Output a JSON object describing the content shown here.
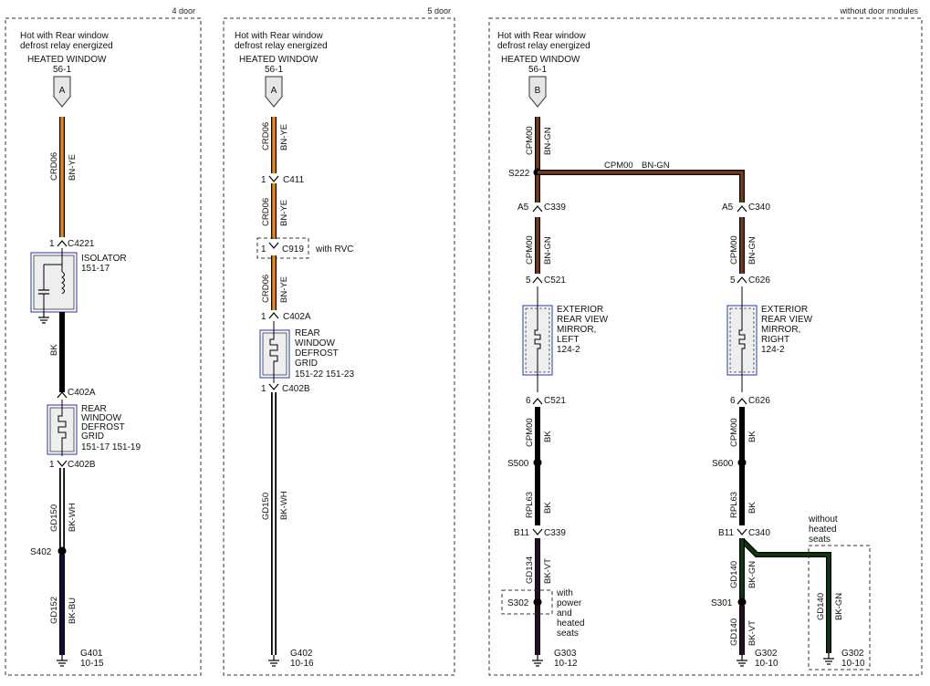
{
  "panels": [
    {
      "title": "4 door",
      "supply": {
        "line1": "Hot with Rear window",
        "line2": "defrost relay energized",
        "name": "HEATED WINDOW",
        "ref": "56-1",
        "pin": "A"
      },
      "wires": [
        {
          "circuit": "CRD06",
          "color": "BN-YE"
        },
        {
          "circuit": "BK",
          "color": ""
        },
        {
          "circuit": "GD150",
          "color": "BK-WH"
        },
        {
          "circuit": "GD152",
          "color": "BK-BU"
        }
      ],
      "connectors": [
        {
          "pin": "1",
          "name": "C4221"
        },
        {
          "pin": "",
          "name": "C402A"
        },
        {
          "pin": "1",
          "name": "C402B"
        }
      ],
      "components": [
        {
          "name1": "ISOLATOR",
          "name2": "",
          "name3": "",
          "name4": "",
          "ref": "151-17"
        },
        {
          "name1": "REAR",
          "name2": "WINDOW",
          "name3": "DEFROST",
          "name4": "GRID",
          "ref": "151-17   151-19"
        }
      ],
      "splice": "S402",
      "ground": {
        "name": "G401",
        "ref": "10-15"
      }
    },
    {
      "title": "5 door",
      "supply": {
        "line1": "Hot with Rear window",
        "line2": "defrost relay energized",
        "name": "HEATED WINDOW",
        "ref": "56-1",
        "pin": "A"
      },
      "wires": [
        {
          "circuit": "CRD06",
          "color": "BN-YE"
        },
        {
          "circuit": "CRD06",
          "color": "BN-YE"
        },
        {
          "circuit": "CRD06",
          "color": "BN-YE"
        },
        {
          "circuit": "GD150",
          "color": "BK-WH"
        }
      ],
      "connectors": [
        {
          "pin": "1",
          "name": "C411"
        },
        {
          "pin": "1",
          "name": "C919",
          "note": "with RVC"
        },
        {
          "pin": "1",
          "name": "C402A"
        },
        {
          "pin": "1",
          "name": "C402B"
        }
      ],
      "component": {
        "name1": "REAR",
        "name2": "WINDOW",
        "name3": "DEFROST",
        "name4": "GRID",
        "ref": "151-22   151-23"
      },
      "ground": {
        "name": "G402",
        "ref": "10-16"
      }
    },
    {
      "title": "without door modules",
      "supply": {
        "line1": "Hot with Rear window",
        "line2": "defrost relay energized",
        "name": "HEATED WINDOW",
        "ref": "56-1",
        "pin": "B"
      },
      "top_wire": {
        "circuit": "CPM00",
        "color": "BN-GN"
      },
      "splice_top": "S222",
      "cross_wire": {
        "circuit": "CPM00",
        "color": "BN-GN"
      },
      "left": {
        "wires": [
          {
            "circuit": "CPM00",
            "color": "BN-GN"
          },
          {
            "circuit": "CPM00",
            "color": "BK"
          },
          {
            "circuit": "RPL63",
            "color": "BK"
          },
          {
            "circuit": "GD134",
            "color": "BK-VT"
          }
        ],
        "connectors": [
          {
            "pin": "A5",
            "name": "C339"
          },
          {
            "pin": "5",
            "name": "C521"
          },
          {
            "pin": "6",
            "name": "C521"
          },
          {
            "pin": "B11",
            "name": "C339"
          }
        ],
        "component": {
          "name1": "EXTERIOR",
          "name2": "REAR VIEW",
          "name3": "MIRROR,",
          "name4": "LEFT",
          "ref": "124-2"
        },
        "splice_mid": "S500",
        "splice_low": "S302",
        "splice_note": {
          "l1": "with",
          "l2": "power",
          "l3": "and",
          "l4": "heated",
          "l5": "seats"
        },
        "ground": {
          "name": "G303",
          "ref": "10-12"
        }
      },
      "right": {
        "wires": [
          {
            "circuit": "CPM00",
            "color": "BN-GN"
          },
          {
            "circuit": "CPM00",
            "color": "BK"
          },
          {
            "circuit": "RPL63",
            "color": "BK"
          },
          {
            "circuit": "GD140",
            "color": "BK-GN"
          },
          {
            "circuit": "GD140",
            "color": "BK-VT"
          },
          {
            "circuit": "GD140",
            "color": "BK-GN"
          }
        ],
        "connectors": [
          {
            "pin": "A5",
            "name": "C340"
          },
          {
            "pin": "5",
            "name": "C626"
          },
          {
            "pin": "6",
            "name": "C626"
          },
          {
            "pin": "B11",
            "name": "C340"
          }
        ],
        "component": {
          "name1": "EXTERIOR",
          "name2": "REAR VIEW",
          "name3": "MIRROR,",
          "name4": "RIGHT",
          "ref": "124-2"
        },
        "splice_mid": "S600",
        "splice_low": "S301",
        "option_note": {
          "l1": "without",
          "l2": "heated",
          "l3": "seats"
        },
        "ground": {
          "name": "G302",
          "ref": "10-10"
        },
        "ground2": {
          "name": "G302",
          "ref": "10-10"
        }
      }
    }
  ],
  "colors": {
    "brown_yellow": "#e8891c",
    "brown_green": "#7a3b12",
    "black": "#000000",
    "black_blue": "#101040",
    "black_green": "#0e3a0e",
    "black_violet": "#2a0f2a",
    "component_frame": "#2233aa",
    "component_fill": "#eeeeee"
  }
}
